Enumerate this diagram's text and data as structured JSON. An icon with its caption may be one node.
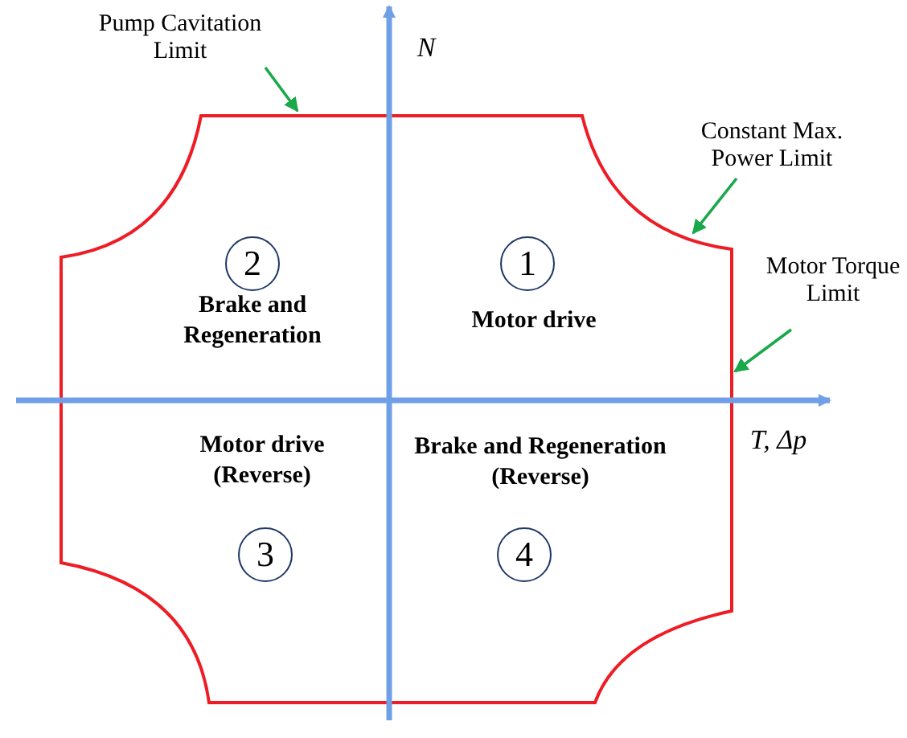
{
  "diagram": {
    "nodes": [
      {
        "text": [
          "Pump Cavitation Limit"
        ]
      },
      {
        "text": [
          "Constant Max. Power Limit"
        ]
      },
      {
        "text": [
          "Motor Torque Limit"
        ]
      },
      {
        "text": [
          "2"
        ]
      },
      {
        "text": [
          "1"
        ]
      },
      {
        "text": [
          "3"
        ]
      },
      {
        "text": [
          "4"
        ]
      }
    ],
    "edges": [
      {
        "from": 0,
        "to": null,
        "arrow": "to"
      },
      {
        "from": 1,
        "to": null,
        "arrow": "to"
      },
      {
        "from": 2,
        "to": null,
        "arrow": "to"
      }
    ],
    "labels": [
      "N",
      "Brake and Regeneration",
      "Motor drive",
      "T, Δp",
      "Motor drive (Reverse)",
      "Brake and Regeneration (Reverse)"
    ]
  }
}
